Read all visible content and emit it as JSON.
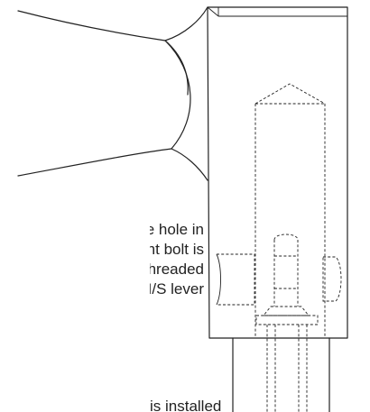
{
  "annotation": {
    "line1": "Make sure hole in",
    "line2": "adjustment bolt is",
    "line3": "aligned with threaded",
    "line4": "hole in I/S lever"
  },
  "annotation_partial": "is installed"
}
